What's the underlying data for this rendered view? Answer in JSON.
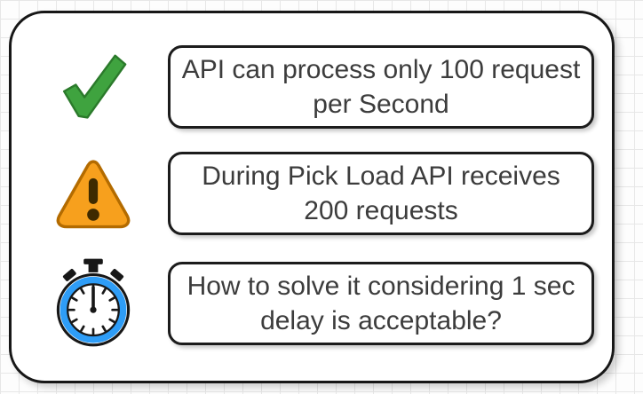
{
  "panel": {
    "items": [
      {
        "icon": "checkmark-icon",
        "text": "API can process only 100 request per Second"
      },
      {
        "icon": "warning-icon",
        "text": "During Pick Load API receives 200 requests"
      },
      {
        "icon": "stopwatch-icon",
        "text": "How to solve it considering 1 sec delay is acceptable?"
      }
    ]
  },
  "colors": {
    "check_green": "#3fa33f",
    "check_green_dark": "#2b7a2b",
    "warning_orange": "#f7a01d",
    "warning_orange_dark": "#b36b00",
    "warning_mark_dark": "#3e2a00",
    "stopwatch_blue": "#2e9df7",
    "outline_black": "#171717",
    "text_gray": "#3c3c3c",
    "grid_gray": "#e7e7e7"
  }
}
